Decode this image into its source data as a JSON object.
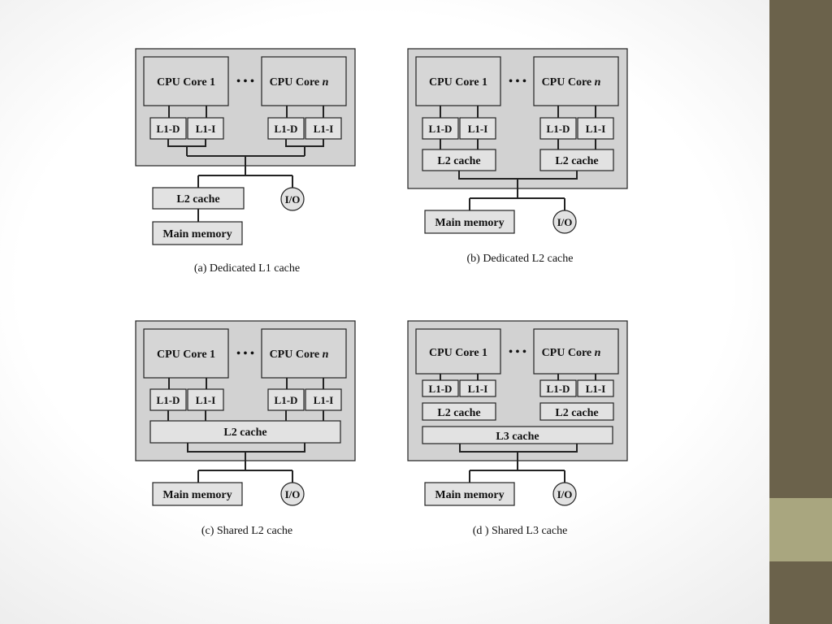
{
  "theme": {
    "slide_bg": "#ffffff",
    "sidebar_dark": "#6b624b",
    "sidebar_light": "#a9a67f",
    "chip_fill": "#e2e2e2",
    "box_fill": "#d2d2d2",
    "core_fill": "#d6d6d6"
  },
  "labels": {
    "cpu_core_prefix": "CPU Core",
    "core_1": "1",
    "core_n": "n",
    "ellipsis": "• • •",
    "l1d": "L1-D",
    "l1i": "L1-I",
    "l2": "L2 cache",
    "l3": "L3 cache",
    "main_memory": "Main memory",
    "io": "I/O"
  },
  "captions": {
    "a": "(a) Dedicated L1 cache",
    "b": "(b) Dedicated L2 cache",
    "c": "(c) Shared L2 cache",
    "d": "(d ) Shared L3 cache"
  }
}
